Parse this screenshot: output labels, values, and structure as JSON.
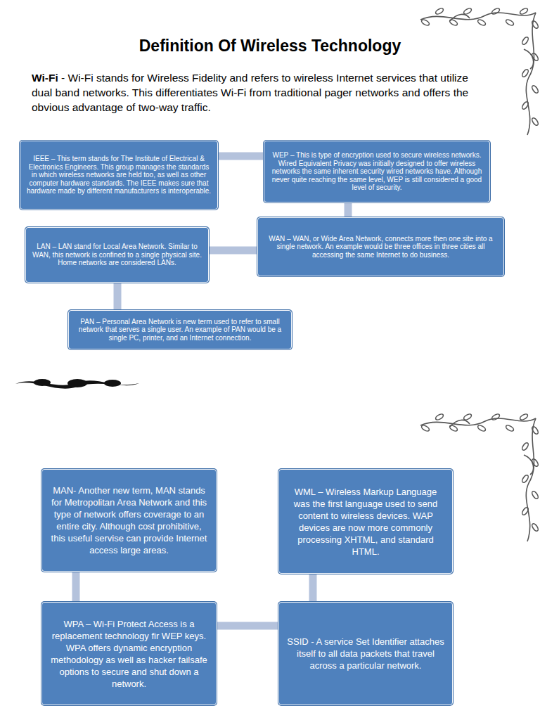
{
  "diagram": {
    "title": "Definition Of Wireless Technology",
    "nodes": [
      {
        "text": [
          "IEEE – This term stands for The Institute of Electrical & Electronics Engineers. This group manages the standards in which wireless networks are held too, as well as other computer hardware standards. The IEEE makes sure that hardware made by different manufacturers is interoperable."
        ]
      },
      {
        "text": [
          "WEP – This is type of encryption used to secure wireless networks. Wired Equivalent Privacy was initially designed to offer wireless networks the same inherent security wired networks have. Although never quite reaching the same level, WEP is still considered a good level of security."
        ]
      },
      {
        "text": [
          "LAN – LAN stand for Local Area Network. Similar to WAN, this network is confined to a single physical site. Home networks are considered LANs."
        ]
      },
      {
        "text": [
          "WAN – WAN, or Wide Area Network, connects more then one site into a single network. An example would be three offices in three cities all accessing the same Internet to do business."
        ]
      },
      {
        "text": [
          "PAN – Personal Area Network is new term used to refer to small network that serves a single user. An example of PAN would be a single PC, printer, and an Internet connection."
        ]
      },
      {
        "text": [
          "MAN- Another new term, MAN stands for Metropolitan Area Network and this type of network offers coverage to an entire city. Although cost prohibitive, this useful servise can provide Internet access large areas."
        ]
      },
      {
        "text": [
          "WML – Wireless Markup Language was the first language used to send content to wireless devices. WAP devices are now more commonly processing XHTML, and standard HTML."
        ]
      },
      {
        "text": [
          "WPA – Wi-Fi Protect Access is a replacement technology fir WEP keys. WPA offers dynamic encryption methodology as well as hacker failsafe options to secure and shut down a network."
        ]
      },
      {
        "text": [
          "SSID - A service Set Identifier attaches itself to all data packets that travel across a particular network."
        ]
      }
    ],
    "edges": [
      {
        "from": 0,
        "to": 1,
        "arrow": "none"
      },
      {
        "from": 1,
        "to": 3,
        "arrow": "none"
      },
      {
        "from": 3,
        "to": 2,
        "arrow": "none"
      },
      {
        "from": 2,
        "to": 4,
        "arrow": "none"
      },
      {
        "from": 5,
        "to": 7,
        "arrow": "none"
      },
      {
        "from": 6,
        "to": 8,
        "arrow": "none"
      },
      {
        "from": 7,
        "to": 8,
        "arrow": "none"
      }
    ],
    "labels": [
      "Wi-Fi",
      "- Wi-Fi stands for Wireless Fidelity and refers to wireless Internet services that utilize dual band networks. This differentiates Wi-Fi from traditional pager networks and offers the obvious advantage of two-way traffic."
    ]
  }
}
